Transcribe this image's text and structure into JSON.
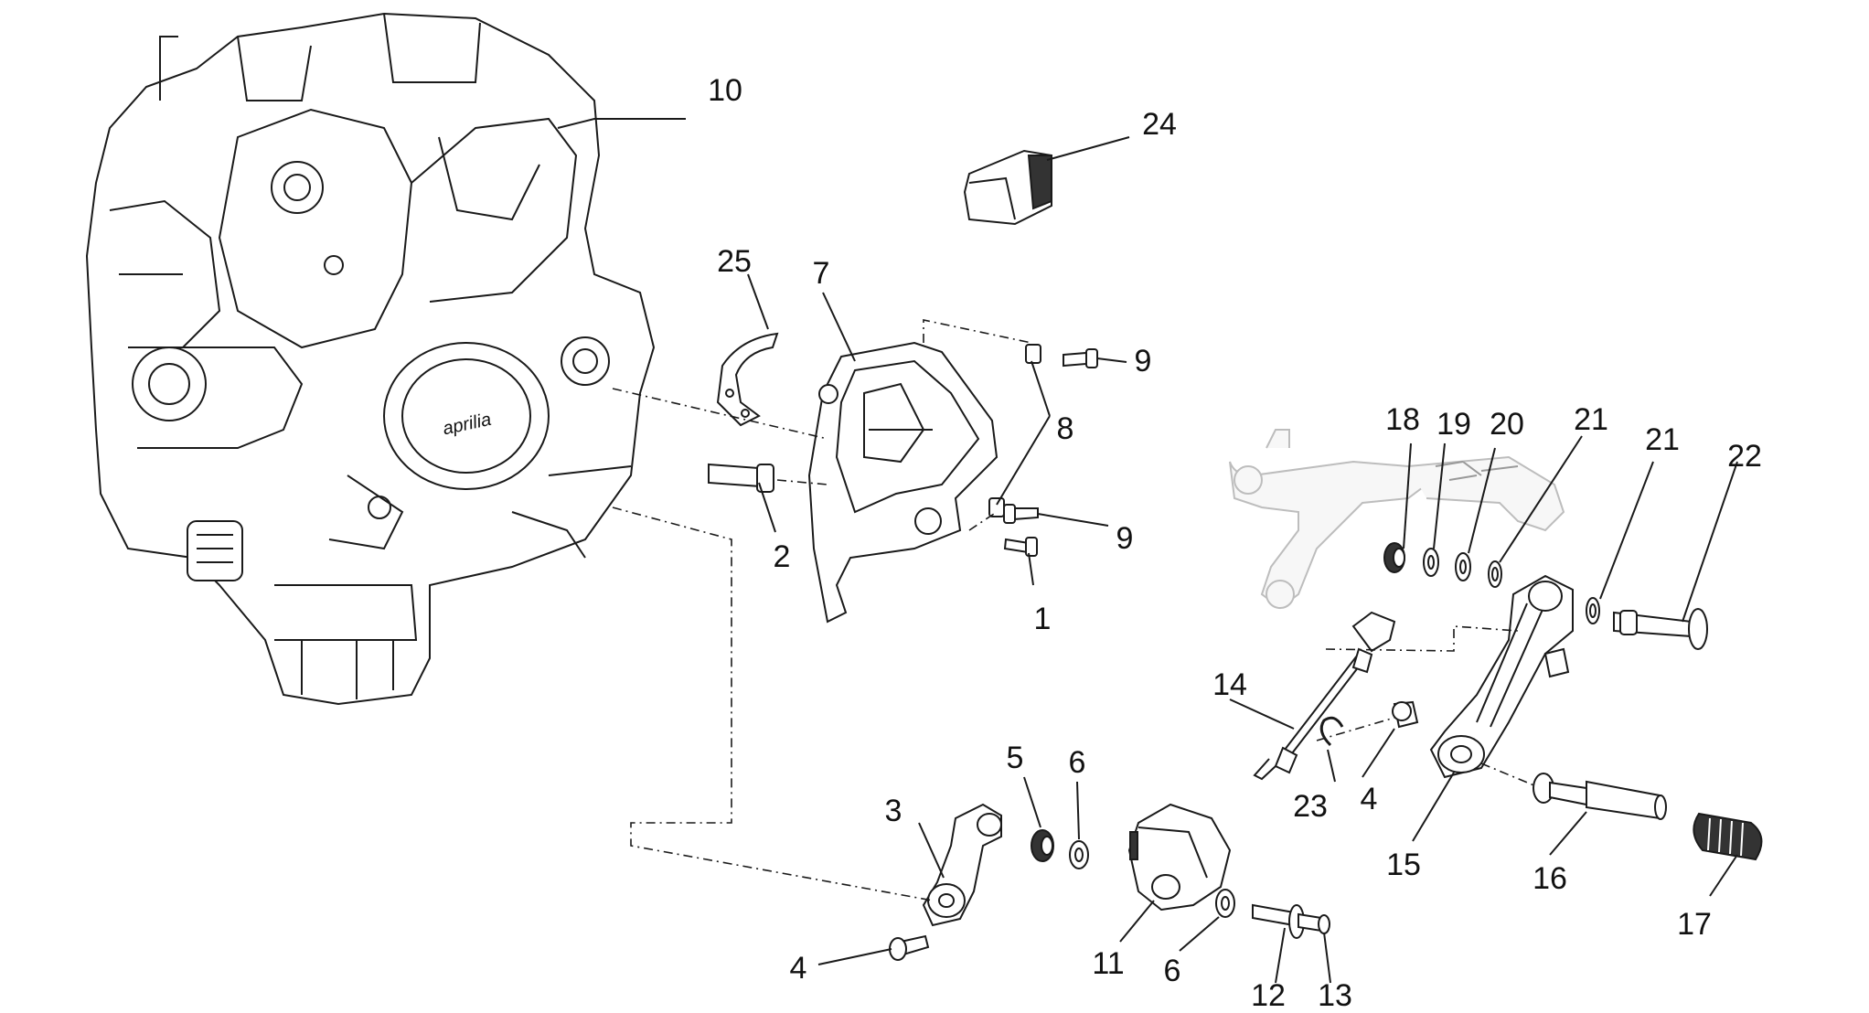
{
  "engine_brand": "aprilia",
  "callouts": [
    {
      "id": "c1",
      "text": "1"
    },
    {
      "id": "c2",
      "text": "2"
    },
    {
      "id": "c3",
      "text": "3"
    },
    {
      "id": "c4a",
      "text": "4"
    },
    {
      "id": "c4b",
      "text": "4"
    },
    {
      "id": "c5",
      "text": "5"
    },
    {
      "id": "c6a",
      "text": "6"
    },
    {
      "id": "c6b",
      "text": "6"
    },
    {
      "id": "c7",
      "text": "7"
    },
    {
      "id": "c8",
      "text": "8"
    },
    {
      "id": "c9a",
      "text": "9"
    },
    {
      "id": "c9b",
      "text": "9"
    },
    {
      "id": "c10",
      "text": "10"
    },
    {
      "id": "c11",
      "text": "11"
    },
    {
      "id": "c12",
      "text": "12"
    },
    {
      "id": "c13",
      "text": "13"
    },
    {
      "id": "c14",
      "text": "14"
    },
    {
      "id": "c15",
      "text": "15"
    },
    {
      "id": "c16",
      "text": "16"
    },
    {
      "id": "c17",
      "text": "17"
    },
    {
      "id": "c18",
      "text": "18"
    },
    {
      "id": "c19",
      "text": "19"
    },
    {
      "id": "c20",
      "text": "20"
    },
    {
      "id": "c21a",
      "text": "21"
    },
    {
      "id": "c21b",
      "text": "21"
    },
    {
      "id": "c22",
      "text": "22"
    },
    {
      "id": "c23",
      "text": "23"
    },
    {
      "id": "c24",
      "text": "24"
    },
    {
      "id": "c25",
      "text": "25"
    }
  ]
}
